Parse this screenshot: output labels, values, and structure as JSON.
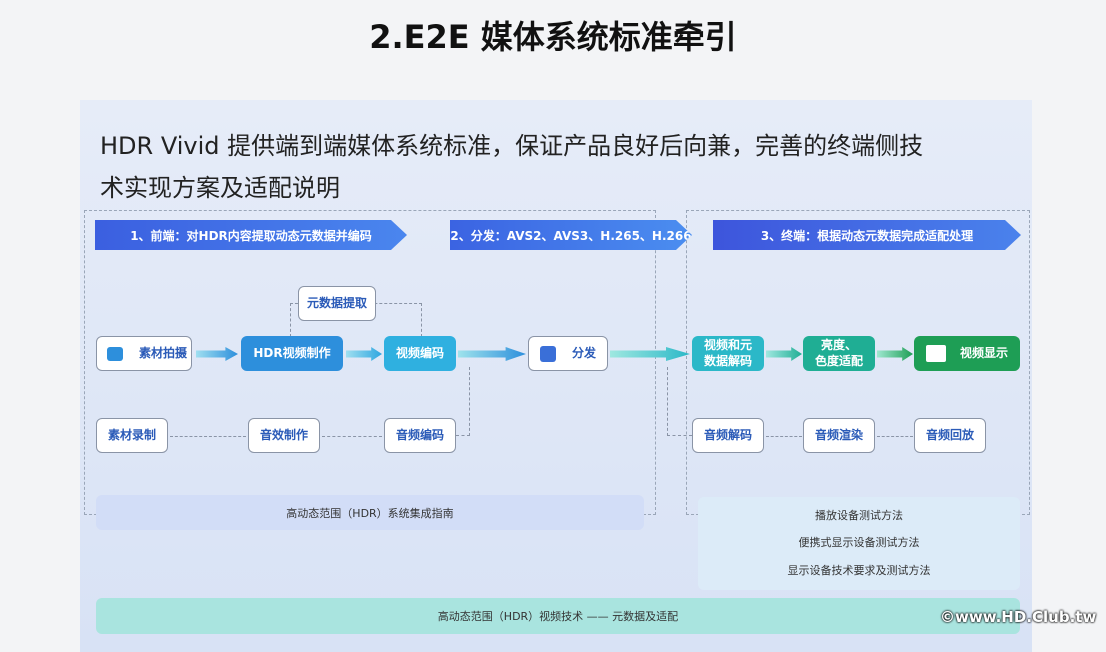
{
  "title": "2.E2E 媒体系统标准牵引",
  "heading": {
    "line1": "HDR Vivid  提供端到端媒体系统标准，保证产品良好后向兼，完善的终端侧技",
    "line2": "术实现方案及适配说明"
  },
  "banners": [
    "1、前端：对HDR内容提取动态元数据并编码",
    "2、分发：AVS2、AVS3、H.265、H.266",
    "3、终端：根据动态元数据完成适配处理"
  ],
  "video_row": {
    "capture": "素材拍摄",
    "hdr_production": "HDR视频制作",
    "metadata_extract": "元数据提取",
    "video_encode": "视频编码",
    "distribute": "分发",
    "decode": "视频和元\n数据解码",
    "adapt": "亮度、\n色度适配",
    "display": "视频显示"
  },
  "audio_row": {
    "record": "素材录制",
    "effects": "音效制作",
    "audio_encode": "音频编码",
    "audio_decode": "音频解码",
    "render": "音频渲染",
    "playback": "音频回放"
  },
  "guide": "高动态范围（HDR）系统集成指南",
  "test_methods": [
    "播放设备测试方法",
    "便携式显示设备测试方法",
    "显示设备技术要求及测试方法"
  ],
  "footer": "高动态范围（HDR）视频技术 —— 元数据及适配",
  "watermark": "©www.HD.Club.tw"
}
